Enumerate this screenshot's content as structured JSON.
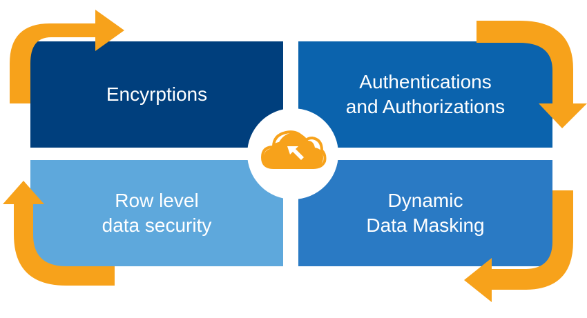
{
  "quadrants": {
    "top_left": {
      "lines": [
        "Encyrptions"
      ],
      "color": "#003f7d"
    },
    "top_right": {
      "lines": [
        "Authentications",
        "and Authorizations"
      ],
      "color": "#0b63ad"
    },
    "bottom_left": {
      "lines": [
        "Row level",
        "data security"
      ],
      "color": "#5ea8dc"
    },
    "bottom_right": {
      "lines": [
        "Dynamic",
        "Data Masking"
      ],
      "color": "#2a7ac4"
    }
  },
  "center_icon": "cloud-arrow-icon",
  "accent_color": "#f7a21b"
}
